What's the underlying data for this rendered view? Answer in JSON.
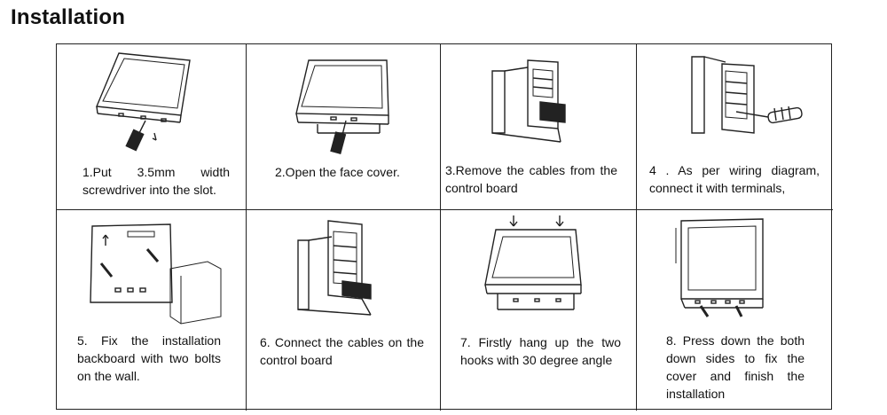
{
  "page": {
    "title": "Installation"
  },
  "steps": [
    {
      "caption": "1.Put 3.5mm width screwdriver into the slot."
    },
    {
      "caption": "2.Open the face cover."
    },
    {
      "caption": "3.Remove the cables from the control board"
    },
    {
      "caption": "4 . As per wiring diagram, connect it with terminals,"
    },
    {
      "caption": "5. Fix the installation backboard with two bolts on the wall."
    },
    {
      "caption": "6. Connect the cables on the control board"
    },
    {
      "caption": "7. Firstly hang up the two hooks with 30 degree angle"
    },
    {
      "caption": "8. Press down the both down sides to fix the cover and finish the installation"
    }
  ]
}
